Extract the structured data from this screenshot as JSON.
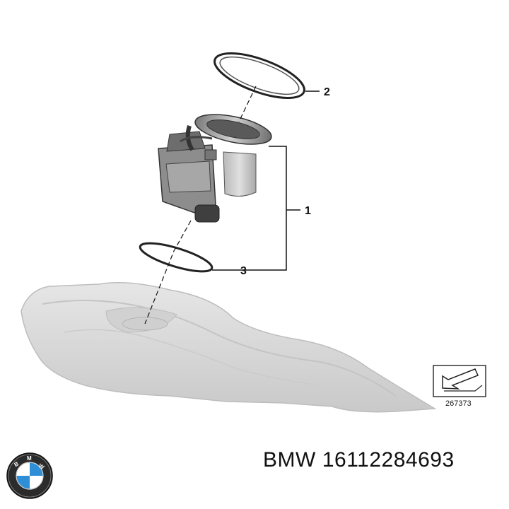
{
  "callouts": {
    "part1": "1",
    "part2": "2",
    "part3": "3"
  },
  "reference": {
    "number": "267373"
  },
  "caption": {
    "brand": "BMW",
    "part_number": "16112284693"
  },
  "colors": {
    "line": "#111111",
    "tank": "#dcdcdc",
    "tank_shadow": "#c2c2c2",
    "pump_body": "#8f8f8f",
    "bmw_blue": "#2f8fd6"
  }
}
